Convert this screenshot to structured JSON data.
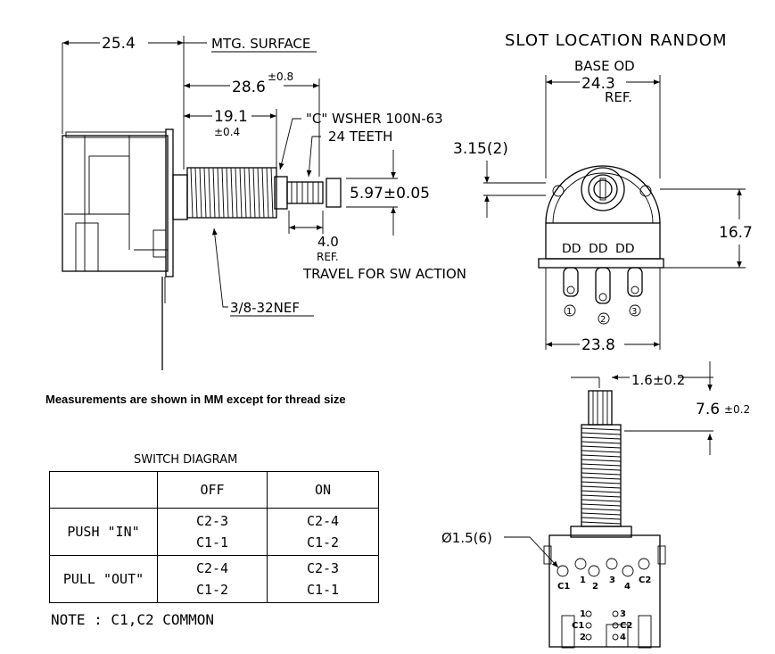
{
  "side_view": {
    "dim_25_4": "25.4",
    "mtg_surface": "MTG. SURFACE",
    "dim_28_6": "28.6",
    "dim_28_6_tol": "±0.8",
    "dim_19_1": "19.1",
    "dim_19_1_tol": "±0.4",
    "washer": "\"C\" WSHER 100N-63",
    "teeth": "24 TEETH",
    "dim_5_97": "5.97±0.05",
    "dim_4_0": "4.0",
    "dim_4_0_ref": "REF.",
    "travel": "TRAVEL FOR SW ACTION",
    "thread": "3/8-32NEF"
  },
  "front_view": {
    "slot_location": "SLOT LOCATION RANDOM",
    "base_od": "BASE OD",
    "dim_24_3": "24.3",
    "dim_24_3_ref": "REF.",
    "dim_3_15": "3.15(2)",
    "dim_16_7": "16.7",
    "dim_23_8": "23.8",
    "pin_1": "1",
    "pin_2": "2",
    "pin_3": "3"
  },
  "bottom_view": {
    "dim_1_6": "1.6±0.2",
    "dim_7_6": "7.6",
    "dim_7_6_tol": "±0.2",
    "dim_dia": "Ø1.5(6)",
    "labels": [
      "C1",
      "1",
      "2",
      "3",
      "4",
      "C2"
    ],
    "inner_labels": [
      "1",
      "C1",
      "2",
      "3",
      "C2",
      "4"
    ]
  },
  "measure_note": "Measurements are shown in MM except for thread size",
  "switch_diagram": {
    "title": "SWITCH DIAGRAM",
    "headers": [
      "",
      "OFF",
      "ON"
    ],
    "rows": [
      {
        "label": "PUSH \"IN\"",
        "off": [
          "C2-3",
          "C1-1"
        ],
        "on": [
          "C2-4",
          "C1-2"
        ]
      },
      {
        "label": "PULL \"OUT\"",
        "off": [
          "C2-4",
          "C1-2"
        ],
        "on": [
          "C2-3",
          "C1-1"
        ]
      }
    ]
  },
  "note": "NOTE : C1,C2 COMMON"
}
